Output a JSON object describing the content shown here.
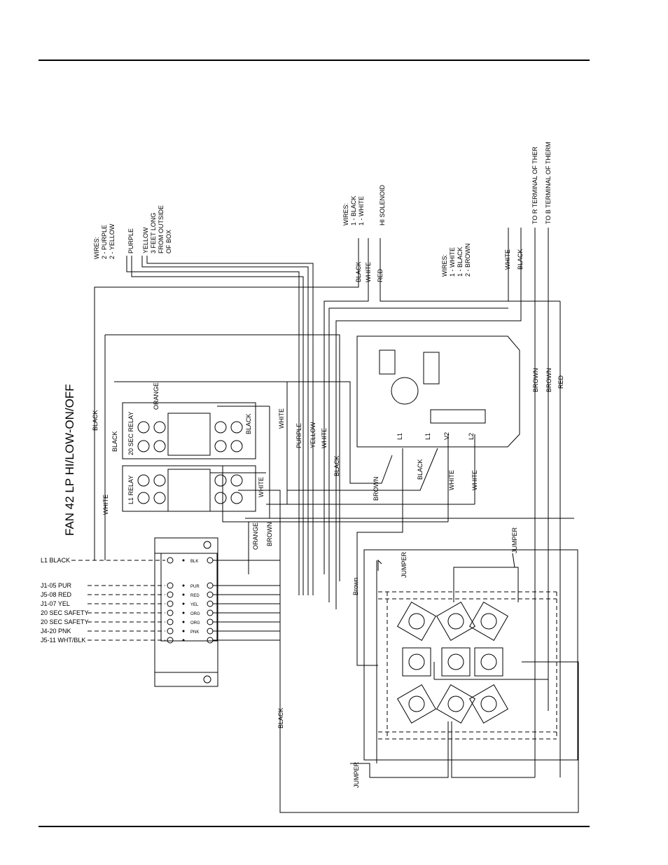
{
  "title": "FAN 42 LP HI/LOW-ON/OFF",
  "wire_notes": {
    "top_left": [
      "WIRES:",
      "2 - PURPLE",
      "2 - YELLOW"
    ],
    "purple": "PURPLE",
    "yellow_note": [
      "YELLOW",
      "3 FEET LONG",
      "FROM OUTSIDE",
      "OF BOX"
    ],
    "top_mid": [
      "WIRES:",
      "1 - BLACK",
      "1 - WHITE",
      "HI SOLENOID"
    ],
    "right_mid": [
      "WIRES:",
      "1 - WHITE",
      "1 - BLACK",
      "2 - BROWN"
    ],
    "therm_r": "TO R TERMINAL OF THER",
    "therm_b": "TO B TERMINAL OF THERM"
  },
  "wire_labels": {
    "black": "BLACK",
    "white": "WHITE",
    "red": "RED",
    "purple": "PURPLE",
    "yellow": "YELLOW",
    "orange": "ORANGE",
    "brown": "BROWN",
    "brown_lc": "Brown"
  },
  "components": {
    "relay_20": "20 SEC RELAY",
    "relay_l1": "L1 RELAY",
    "jumper": "JUMPER",
    "terminals": [
      "L1",
      "L1",
      "V2",
      "L2"
    ]
  },
  "terminal_strip": [
    {
      "label": "L1 BLACK",
      "tag": "BLK"
    },
    {
      "label": "J1-05  PUR",
      "tag": "PUR"
    },
    {
      "label": "J5-08  RED",
      "tag": "RED"
    },
    {
      "label": "J1-07  YEL",
      "tag": "YEL"
    },
    {
      "label": "20 SEC SAFETY",
      "tag": "ORG"
    },
    {
      "label": "20 SEC SAFETY",
      "tag": "ORG"
    },
    {
      "label": "J4-20  PNK",
      "tag": "PNK"
    },
    {
      "label": "J5-11  WHT/BLK",
      "tag": ""
    }
  ]
}
